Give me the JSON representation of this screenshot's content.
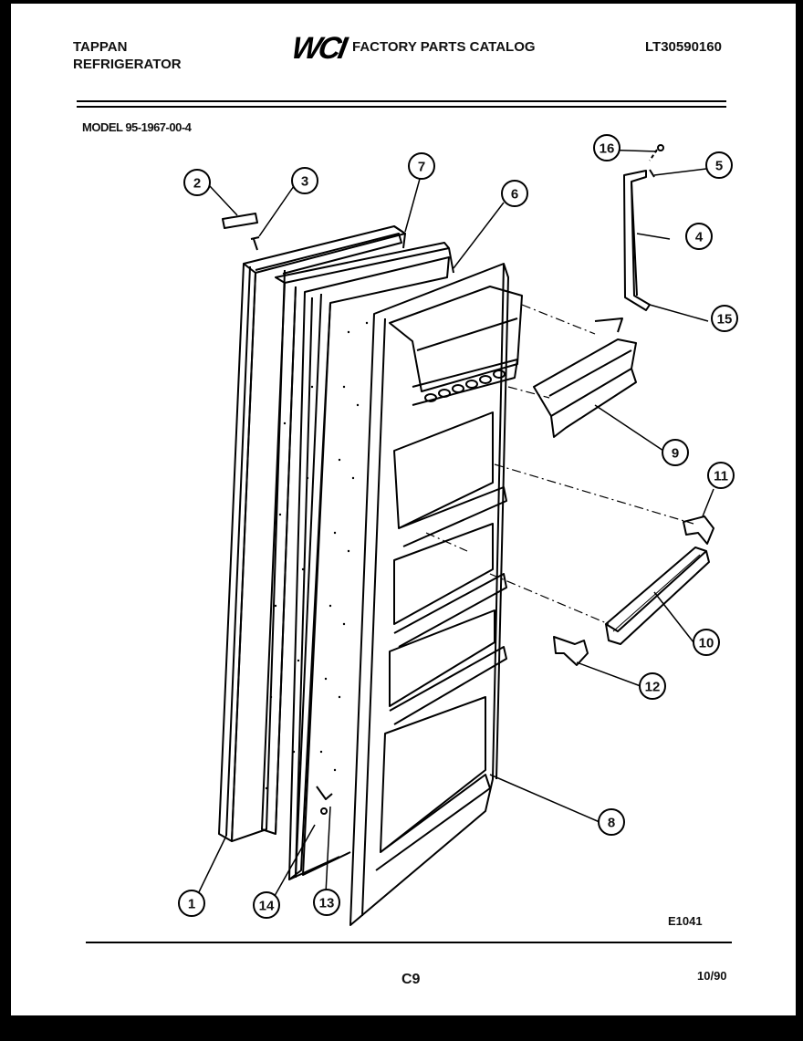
{
  "header": {
    "brand_line1": "TAPPAN",
    "brand_line2": "REFRIGERATOR",
    "logo_text": "WCI",
    "catalog_title": "FACTORY PARTS CATALOG",
    "catalog_number": "LT30590160",
    "model_label": "MODEL 95-1967-00-4"
  },
  "diagram": {
    "callouts": [
      "1",
      "2",
      "3",
      "4",
      "5",
      "6",
      "7",
      "8",
      "9",
      "10",
      "11",
      "12",
      "13",
      "14",
      "15",
      "16"
    ]
  },
  "footer": {
    "figure_code": "E1041",
    "page_number": "C9",
    "date": "10/90"
  },
  "colors": {
    "paper": "#ffffff",
    "ink": "#000000",
    "background": "#000000"
  }
}
